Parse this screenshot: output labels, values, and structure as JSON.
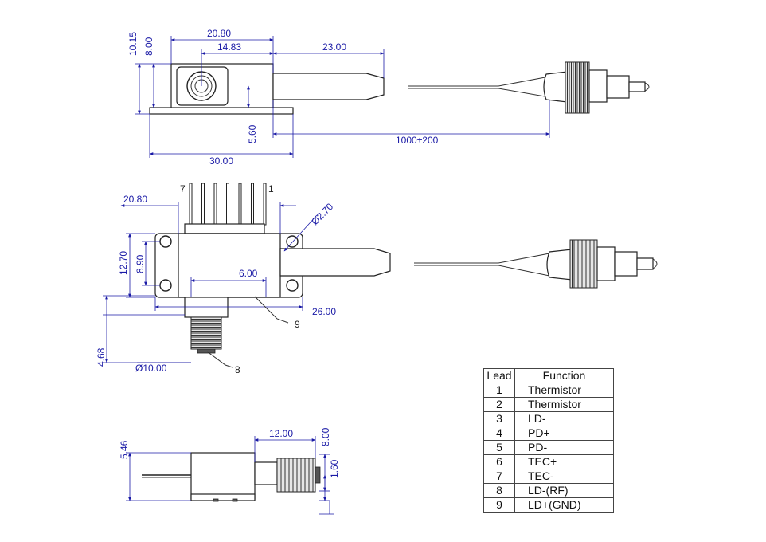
{
  "top_view": {
    "dims": {
      "height_total": "10.15",
      "height_body": "8.00",
      "width_body": "20.80",
      "axis_offset": "14.83",
      "snout_length": "23.00",
      "base_offset": "5.60",
      "fiber_length": "1000±200",
      "base_width": "30.00"
    }
  },
  "front_view": {
    "pin_labels": {
      "left": "7",
      "right": "1"
    },
    "dims": {
      "width_body": "20.80",
      "hole_diameter": "Ø2.70",
      "height_flange": "12.70",
      "height_holes": "8.90",
      "rf_offset": "6.00",
      "flange_width": "26.00",
      "overall_height": "4.68",
      "connector_diameter": "Ø10.00"
    },
    "callouts": {
      "case": "9",
      "rf_pin": "8"
    }
  },
  "side_view": {
    "dims": {
      "connector_length": "12.00",
      "height_top": "8.00",
      "height_left": "5.46",
      "height_bottom": "1.60"
    }
  },
  "lead_table": {
    "headers": {
      "lead": "Lead",
      "function": "Function"
    },
    "rows": [
      {
        "lead": "1",
        "function": "Thermistor"
      },
      {
        "lead": "2",
        "function": "Thermistor"
      },
      {
        "lead": "3",
        "function": "LD-"
      },
      {
        "lead": "4",
        "function": "PD+"
      },
      {
        "lead": "5",
        "function": "PD-"
      },
      {
        "lead": "6",
        "function": "TEC+"
      },
      {
        "lead": "7",
        "function": "TEC-"
      },
      {
        "lead": "8",
        "function": "LD-(RF)"
      },
      {
        "lead": "9",
        "function": "LD+(GND)"
      }
    ]
  }
}
